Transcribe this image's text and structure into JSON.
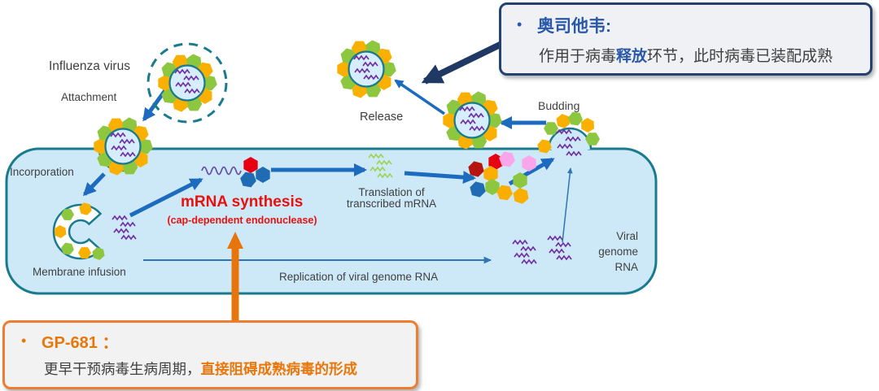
{
  "labels": {
    "influenza_virus": "Influenza virus",
    "attachment": "Attachment",
    "incorporation": "Incorporation",
    "membrane_infusion": "Membrane infusion",
    "mrna_synthesis": "mRNA synthesis",
    "cap_dependent": "(cap-dependent  endonuclease)",
    "translation_line1": "Translation of",
    "translation_line2": "transcribed mRNA",
    "replication": "Replication of viral genome RNA",
    "viral_genome_line1": "Viral",
    "viral_genome_line2": "genome",
    "viral_genome_line3": "RNA",
    "release": "Release",
    "budding": "Budding"
  },
  "callouts": {
    "oseltamivir": {
      "bullet": "•",
      "title": "奥司他韦:",
      "body_prefix": "作用于病毒",
      "body_highlight": "释放",
      "body_suffix": "环节，此时病毒已装配成熟"
    },
    "gp681": {
      "bullet": "•",
      "title": "GP-681 ：",
      "body_prefix": "更早干预病毒生病周期，",
      "body_highlight": "直接阻碍成熟病毒的形成"
    }
  },
  "colors": {
    "cell_fill": "#cde9f8",
    "cell_border": "#1a7a8e",
    "arrow_blue": "#1d6bbf",
    "arrow_navy": "#1f3864",
    "arrow_orange": "#e8750c",
    "rna_purple": "#7030a0",
    "rna_green": "#9ed455",
    "hex_green": "#8dc63f",
    "hex_orange": "#f9b000",
    "hex_blue": "#1f6cb5",
    "hex_red": "#e60012",
    "hex_darkred": "#b41510",
    "hex_pink": "#f9a6ea",
    "text_red": "#e8110e",
    "text_gray": "#3f3f3f",
    "callout_blue_accent": "#2a58a9",
    "callout_orange_accent": "#e8770b"
  }
}
